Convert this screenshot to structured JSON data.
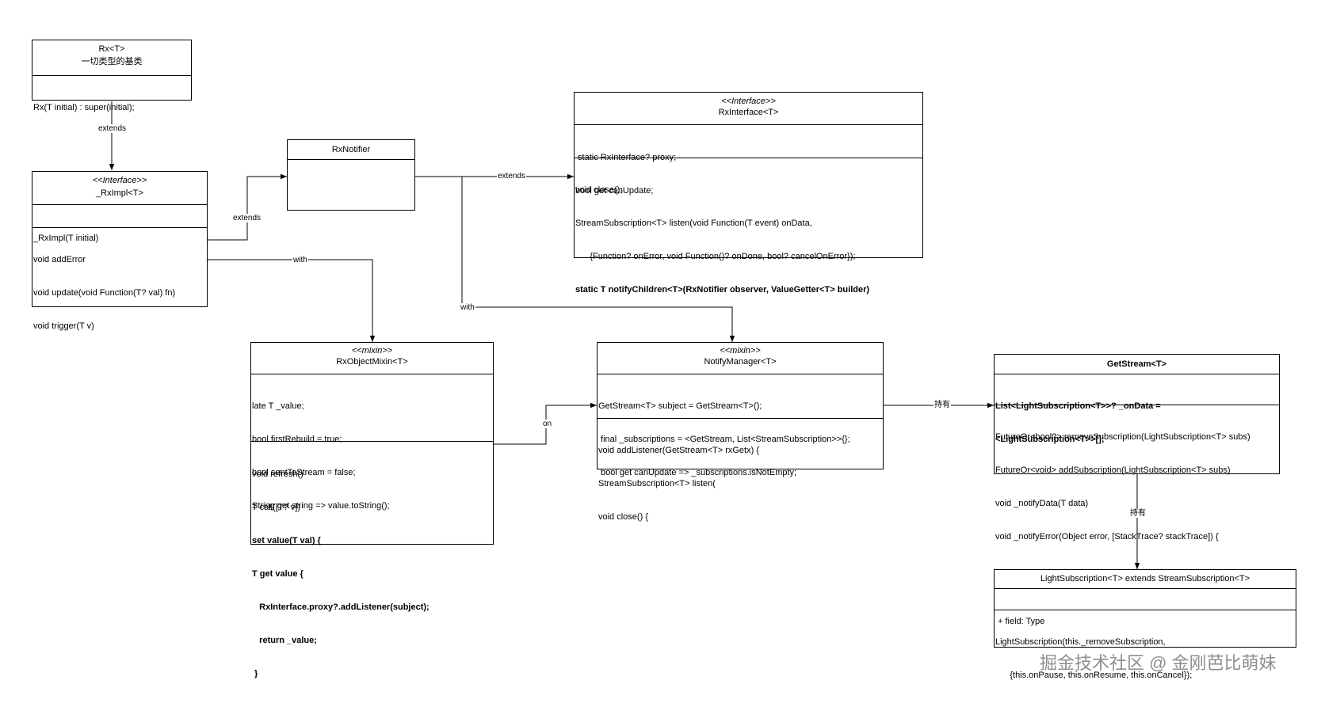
{
  "classes": {
    "rx": {
      "name": "Rx<T>",
      "subtitle": "一切类型的基类",
      "methods": [
        "Rx(T initial) : super(initial);"
      ]
    },
    "rx_impl": {
      "stereotype": "<<Interface>>",
      "name": "_RxImpl<T>",
      "fields": [
        "_RxImpl(T initial)"
      ],
      "methods": [
        "void addError",
        "void update(void Function(T? val) fn)",
        "void trigger(T v)"
      ]
    },
    "rx_notifier": {
      "name": "RxNotifier"
    },
    "rx_interface": {
      "stereotype": "<<Interface>>",
      "name": "RxInterface<T>",
      "fields": [
        " static RxInterface? proxy;",
        "bool get canUpdate;"
      ],
      "methods": [
        "void close();",
        "StreamSubscription<T> listen(void Function(T event) onData,",
        "      {Function? onError, void Function()? onDone, bool? cancelOnError});"
      ],
      "methods_bold": [
        "static T notifyChildren<T>(RxNotifier observer, ValueGetter<T> builder)"
      ]
    },
    "rx_object_mixin": {
      "stereotype": "<<mixin>>",
      "name": "RxObjectMixin<T>",
      "fields": [
        "late T _value;",
        "bool firstRebuild = true;",
        "bool sentToStream = false;",
        "String get string => value.toString();"
      ],
      "methods": [
        "void refresh()",
        "T call([T? v])"
      ],
      "methods_bold": [
        "set value(T val) {",
        "T get value {",
        "   RxInterface.proxy?.addListener(subject);",
        "   return _value;",
        " }"
      ]
    },
    "notify_manager": {
      "stereotype": "<<mixin>>",
      "name": "NotifyManager<T>",
      "fields": [
        "GetStream<T> subject = GetStream<T>();",
        " final _subscriptions = <GetStream, List<StreamSubscription>>{};",
        " bool get canUpdate => _subscriptions.isNotEmpty;"
      ],
      "methods": [
        "void addListener(GetStream<T> rxGetx) {",
        "StreamSubscription<T> listen(",
        "void close() {"
      ]
    },
    "get_stream": {
      "name": "GetStream<T>",
      "fields_bold": [
        "List<LightSubscription<T>>? _onData =",
        "<LightSubscription<T>>[];"
      ],
      "methods": [
        "FutureOr<bool?> removeSubscription(LightSubscription<T> subs)",
        "FutureOr<void> addSubscription(LightSubscription<T> subs)",
        "void _notifyData(T data)",
        "void _notifyError(Object error, [StackTrace? stackTrace]) {"
      ]
    },
    "light_subscription": {
      "name": "LightSubscription<T> extends StreamSubscription<T>",
      "fields": [
        "+ field: Type"
      ],
      "methods": [
        "LightSubscription(this._removeSubscription,",
        "      {this.onPause, this.onResume, this.onCancel});"
      ]
    }
  },
  "edge_labels": {
    "rx_to_impl": "extends",
    "impl_to_notifier": "extends",
    "impl_to_mixin": "with",
    "notifier_to_interface": "extends",
    "notifier_to_manager": "with",
    "mixin_to_manager": "on",
    "manager_to_stream": "持有",
    "stream_to_light": "持有"
  },
  "watermark": "掘金技术社区 @ 金刚芭比萌妹",
  "colors": {
    "line": "#000000",
    "watermark": "#8e8e8e"
  }
}
